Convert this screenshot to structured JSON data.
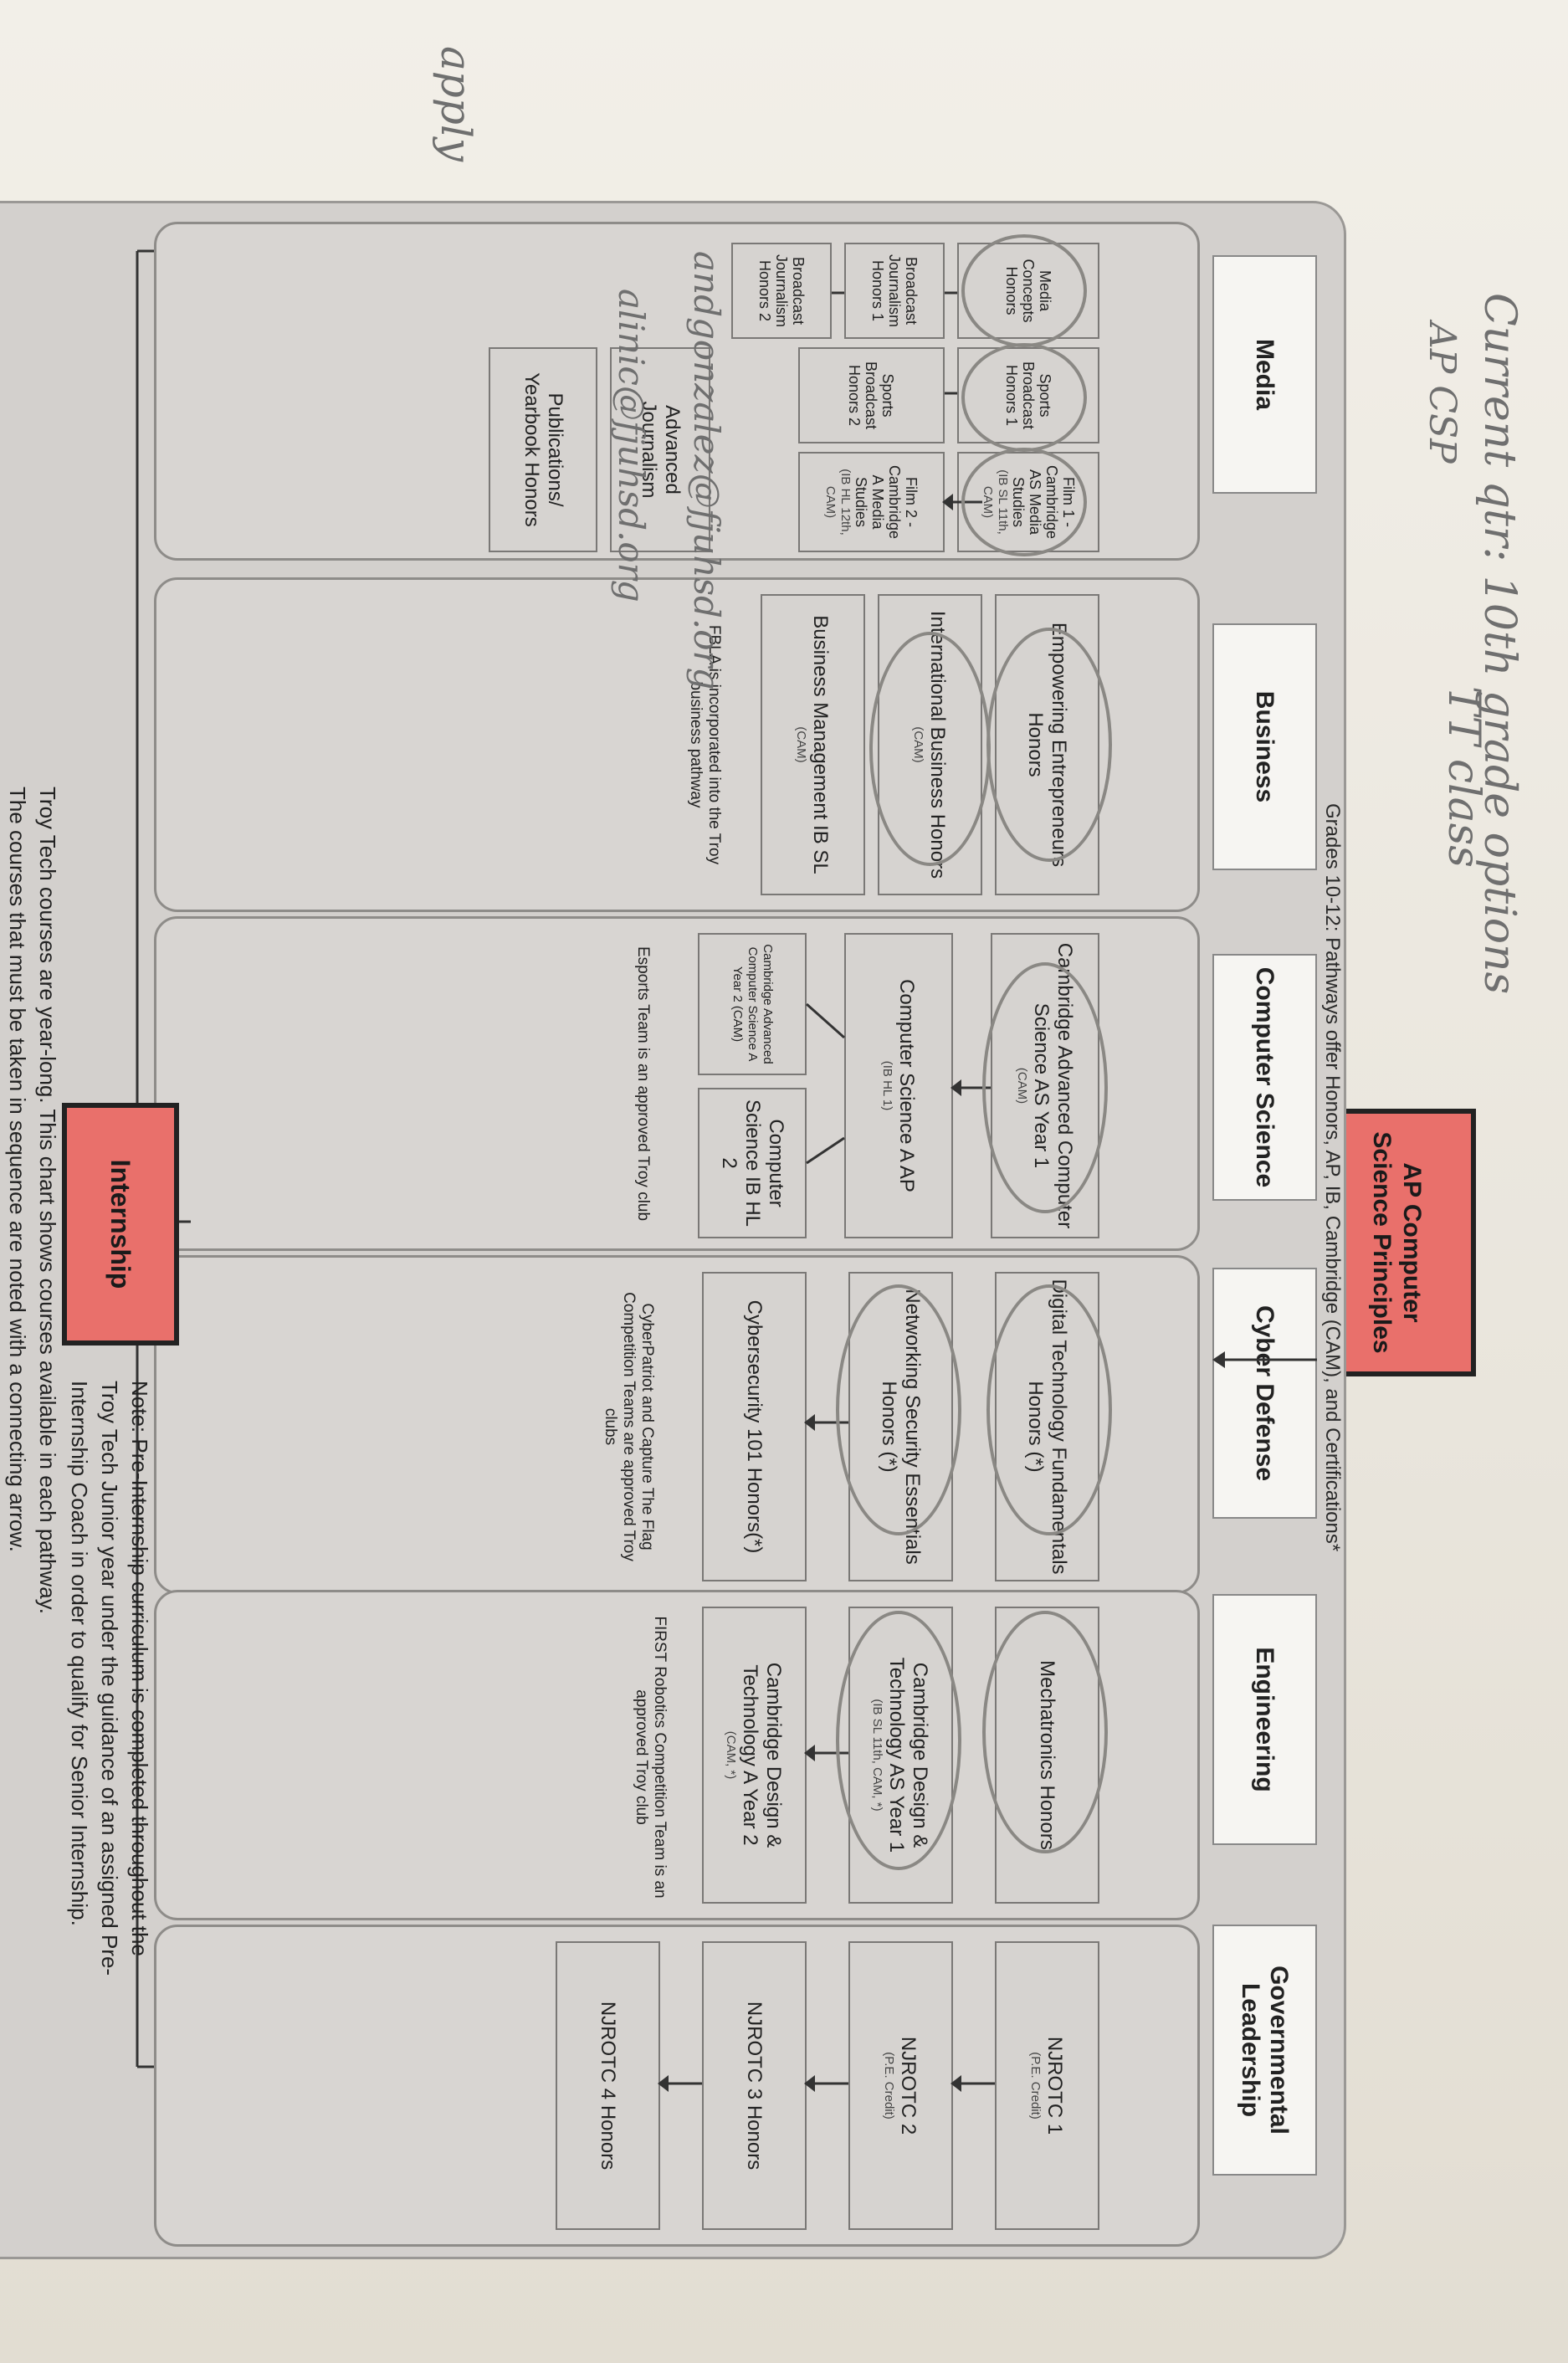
{
  "handwriting": {
    "current": "Current qtr: 10th grade options",
    "ap_csp": "AP CSP",
    "tt_class": "TT class",
    "apply": "apply",
    "email1": "alinic@fjuhsd.org",
    "email2": "andgonzalez@fjuhsd.org"
  },
  "top_course": "AP Computer Science Principles",
  "grades_caption": "Grades 10-12: Pathways offer Honors, AP, IB, Cambridge (CAM), and Certifications*",
  "pathways": {
    "media": {
      "header": "Media",
      "c1": "Film 1 - Cambridge AS Media Studies",
      "c1_sub": "(IB SL 11th, CAM)",
      "c2": "Film 2 - Cambridge A Media Studies",
      "c2_sub": "(IB HL 12th, CAM)",
      "c3": "Sports Broadcast Honors 1",
      "c4": "Sports Broadcast Honors 2",
      "c5": "Media Concepts Honors",
      "c6": "Broadcast Journalism Honors 1",
      "c7": "Broadcast Journalism Honors 2",
      "c8": "Advanced Journalism",
      "c9": "Publications/ Yearbook Honors"
    },
    "business": {
      "header": "Business",
      "c1": "Empowering Entrepreneurs Honors",
      "c2": "International Business Honors",
      "c2_sub": "(CAM)",
      "c3": "Business Management IB SL",
      "c3_sub": "(CAM)",
      "note": "FBLA is incorporated into the Troy business pathway"
    },
    "cs": {
      "header": "Computer Science",
      "c1": "Cambridge Advanced Computer Science AS Year 1",
      "c1_sub": "(CAM)",
      "c2": "Computer Science A AP",
      "c2_sub": "(IB HL 1)",
      "c3": "Cambridge Advanced Computer Science A Year 2 (CAM)",
      "c4": "Computer Science IB HL 2",
      "note": "Esports Team is an approved Troy club"
    },
    "cyber": {
      "header": "Cyber Defense",
      "c1": "Digital Technology Fundamentals Honors (*)",
      "c2": "Networking Security Essentials Honors (*)",
      "c3": "Cybersecurity 101 Honors(*)",
      "note": "CyberPatriot and Capture The Flag Competition Teams are approved Troy clubs"
    },
    "eng": {
      "header": "Engineering",
      "c1": "Mechatronics Honors",
      "c2": "Cambridge Design & Technology AS Year 1",
      "c2_sub": "(IB SL 11th, CAM, *)",
      "c3": "Cambridge Design & Technology A Year 2",
      "c3_sub": "(CAM, *)",
      "note": "FIRST Robotics Competition Team is an approved Troy club"
    },
    "gov": {
      "header": "Governmental Leadership",
      "c1": "NJROTC 1",
      "c1_sub": "(P.E. Credit)",
      "c2": "NJROTC 2",
      "c2_sub": "(P.E. Credit)",
      "c3": "NJROTC 3 Honors",
      "c4": "NJROTC 4 Honors"
    }
  },
  "internship": "Internship",
  "note_text": {
    "l1": "Note: Pre-Internship curriculum is completed throughout the",
    "l2": "Troy Tech Junior year under the guidance of an assigned Pre-",
    "l3": "Internship Coach in order to qualify for Senior Internship."
  },
  "footer": {
    "l1": "Troy Tech courses are year-long. This chart shows courses available in each pathway.",
    "l2": "The courses that must be taken in sequence are noted with a connecting arrow."
  }
}
